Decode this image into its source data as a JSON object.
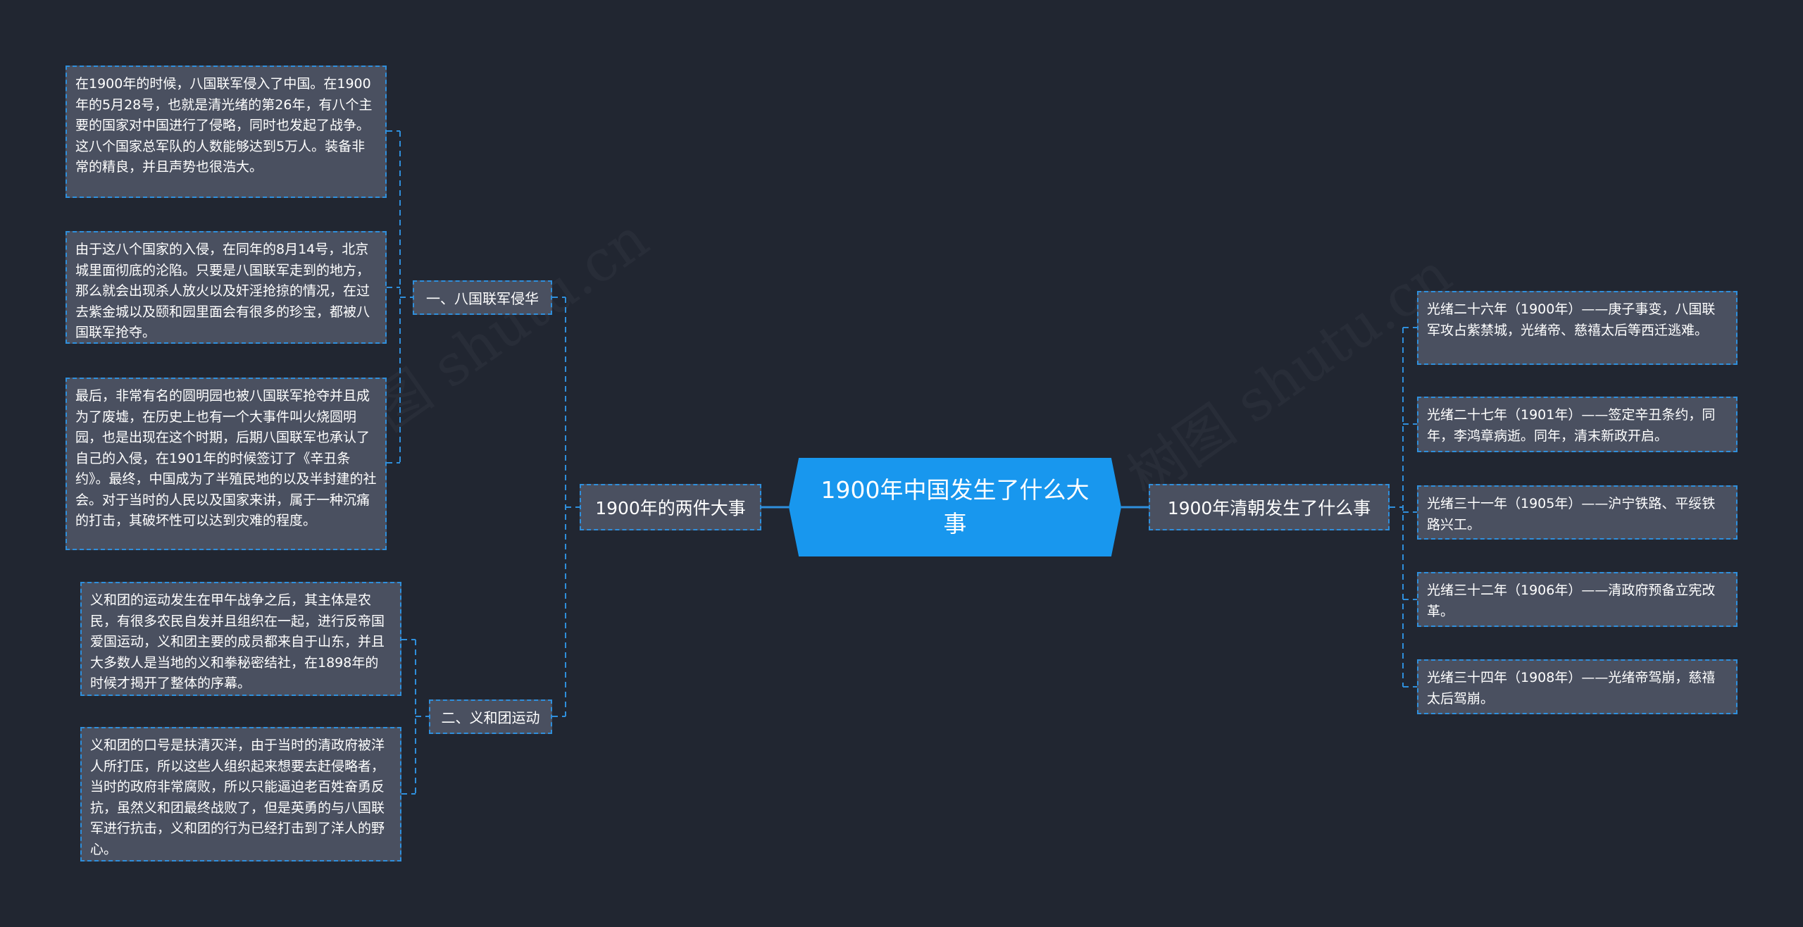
{
  "root": {
    "title": "1900年中国发生了什么大事"
  },
  "watermark": "树图 shutu.cn",
  "left": {
    "label": "1900年的两件大事",
    "groups": [
      {
        "label": "一、八国联军侵华",
        "items": [
          "在1900年的时候，八国联军侵入了中国。在1900年的5月28号，也就是清光绪的第26年，有八个主要的国家对中国进行了侵略，同时也发起了战争。这八个国家总军队的人数能够达到5万人。装备非常的精良，并且声势也很浩大。",
          "由于这八个国家的入侵，在同年的8月14号，北京城里面彻底的沦陷。只要是八国联军走到的地方，那么就会出现杀人放火以及奸淫抢掠的情况，在过去紫金城以及颐和园里面会有很多的珍宝，都被八国联军抢夺。",
          "最后，非常有名的圆明园也被八国联军抢夺并且成为了废墟，在历史上也有一个大事件叫火烧圆明园，也是出现在这个时期，后期八国联军也承认了自己的入侵，在1901年的时候签订了《辛丑条约》。最终，中国成为了半殖民地的以及半封建的社会。对于当时的人民以及国家来讲，属于一种沉痛的打击，其破坏性可以达到灾难的程度。"
        ]
      },
      {
        "label": "二、义和团运动",
        "items": [
          "义和团的运动发生在甲午战争之后，其主体是农民，有很多农民自发并且组织在一起，进行反帝国爱国运动，义和团主要的成员都来自于山东，并且大多数人是当地的义和拳秘密结社，在1898年的时候才揭开了整体的序幕。",
          "义和团的口号是扶清灭洋，由于当时的清政府被洋人所打压，所以这些人组织起来想要去赶侵略者，当时的政府非常腐败，所以只能逼迫老百姓奋勇反抗，虽然义和团最终战败了，但是英勇的与八国联军进行抗击，义和团的行为已经打击到了洋人的野心。"
        ]
      }
    ]
  },
  "right": {
    "label": "1900年清朝发生了什么事",
    "items": [
      "光绪二十六年（1900年）——庚子事变，八国联军攻占紫禁城，光绪帝、慈禧太后等西迁逃难。",
      "光绪二十七年（1901年）——签定辛丑条约，同年，李鸿章病逝。同年，清末新政开启。",
      "光绪三十一年（1905年）——沪宁铁路、平绥铁路兴工。",
      "光绪三十二年（1906年）——清政府预备立宪改革。",
      "光绪三十四年（1908年）——光绪帝驾崩，慈禧太后驾崩。"
    ]
  },
  "colors": {
    "background": "#212631",
    "root": "#1897ee",
    "node": "#4a5060",
    "link": "#2f8fdc"
  }
}
